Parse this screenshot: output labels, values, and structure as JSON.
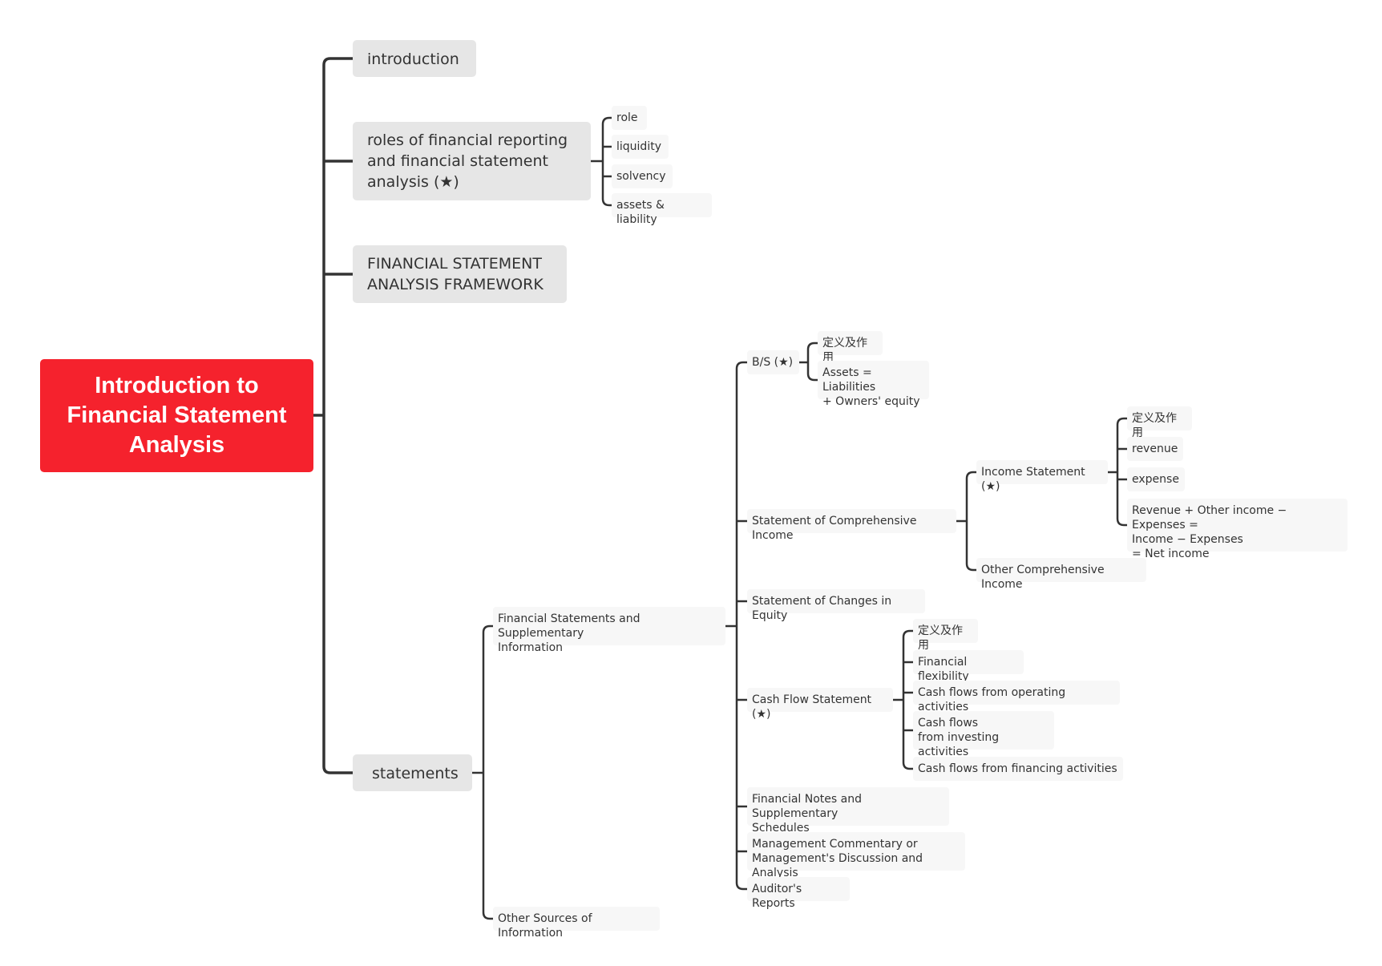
{
  "root": {
    "title": "Introduction to\nFinancial Statement\nAnalysis",
    "color": "#f5222d"
  },
  "topics": {
    "introduction": "introduction",
    "roles": "roles of financial reporting\nand financial statement\nanalysis (★)",
    "roles_children": [
      "role",
      "liquidity",
      "solvency",
      "assets & liability"
    ],
    "framework": "FINANCIAL STATEMENT\nANALYSIS FRAMEWORK",
    "statements": "statements",
    "fs_supplementary": "Financial Statements and Supplementary\nInformation",
    "other_sources": "Other Sources of Information",
    "bs": "B/S (★)",
    "bs_children": [
      "定义及作用",
      "Assets = Liabilities\n+ Owners' equity"
    ],
    "sci": "Statement of Comprehensive Income",
    "income_statement": "Income Statement (★)",
    "is_children": [
      "定义及作用",
      "revenue",
      "expense",
      " Revenue + Other income − Expenses =\nIncome − Expenses\n= Net income"
    ],
    "oci": "Other Comprehensive Income",
    "sce": "Statement of Changes in Equity",
    "cfs": "Cash Flow Statement (★)",
    "cfs_children": [
      "定义及作用",
      "Financial flexibility",
      "Cash flows from operating activities",
      "Cash flows\nfrom investing activities",
      " Cash flows from financing activities"
    ],
    "notes": "Financial Notes and Supplementary\nSchedules",
    "mda": "Management Commentary or\nManagement's Discussion and Analysis",
    "auditor": "Auditor's Reports"
  },
  "colors": {
    "root_bg": "#f5222d",
    "l1_bg": "#e6e6e6",
    "l2_bg": "#f7f7f7",
    "line": "#333333"
  }
}
